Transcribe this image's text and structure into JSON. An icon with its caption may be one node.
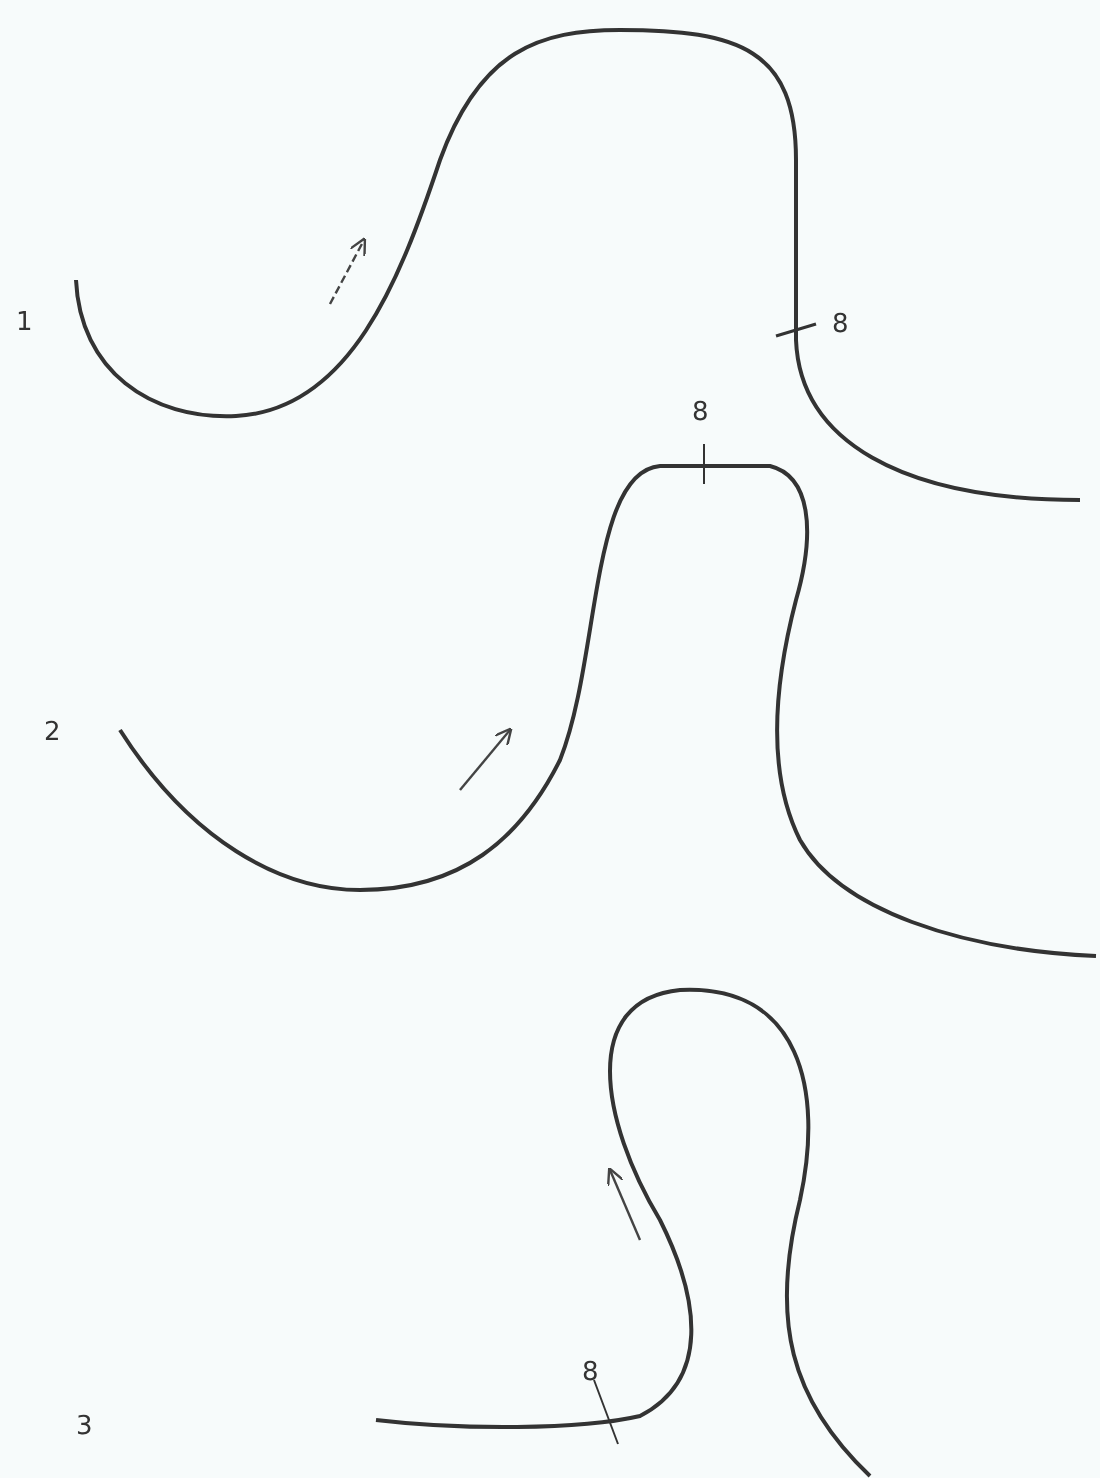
{
  "diagram": {
    "labels": [
      "1",
      "8",
      "8",
      "2",
      "8",
      "3"
    ]
  }
}
